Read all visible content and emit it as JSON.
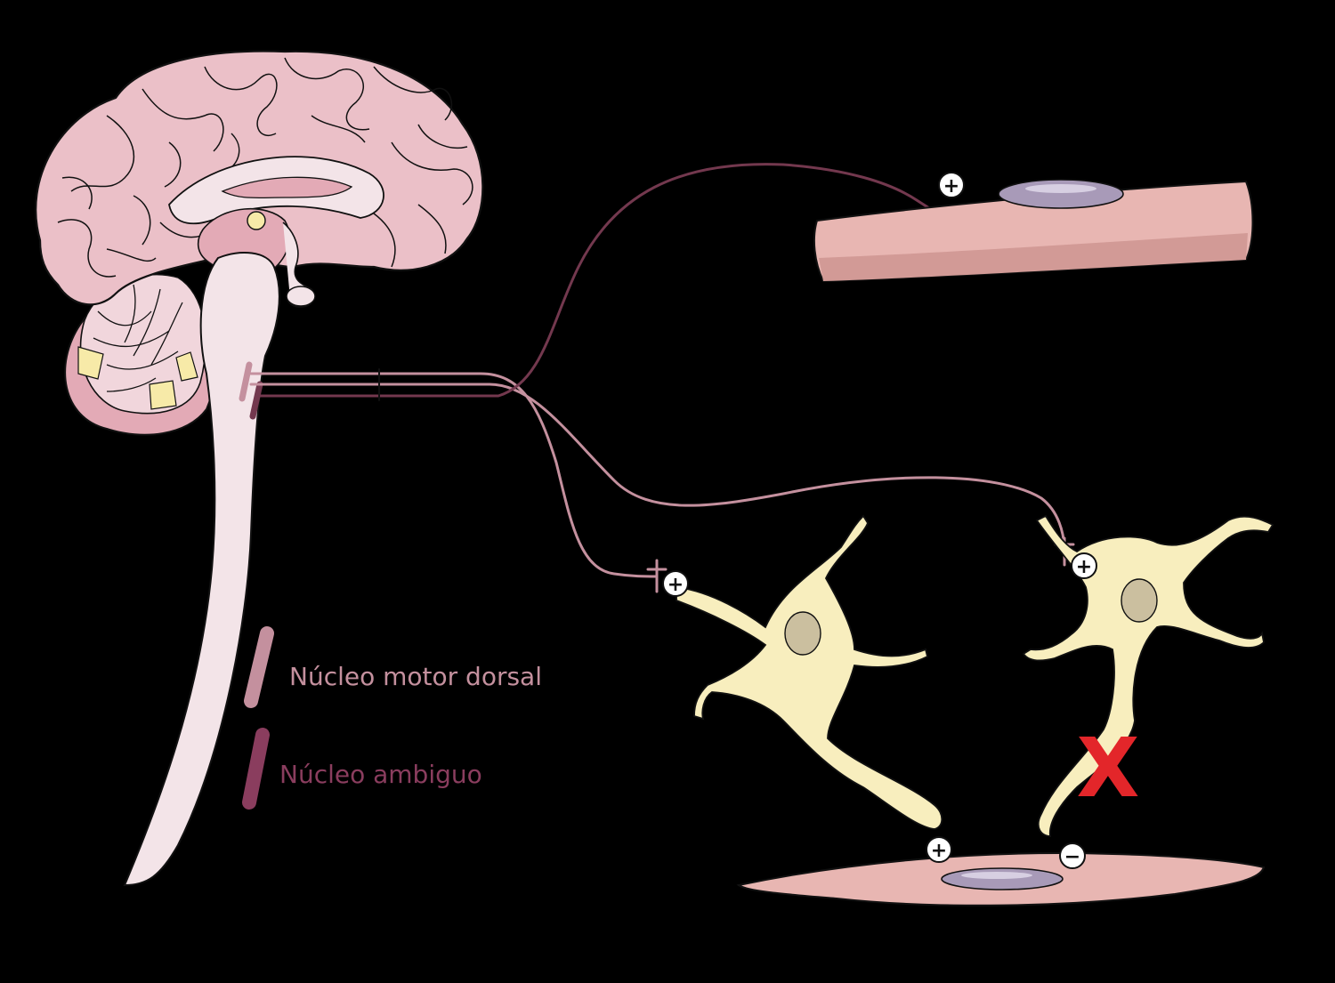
{
  "legend": {
    "dorsal_motor": {
      "label": "Núcleo motor dorsal",
      "color": "#c4909e"
    },
    "ambiguus": {
      "label": "Núcleo ambiguo",
      "color": "#8a3d5e"
    }
  },
  "signs": {
    "plus": "+",
    "minus": "−"
  },
  "block_mark": {
    "text": "X",
    "color": "#e3262a"
  },
  "colors": {
    "background": "#000000",
    "brain_fill": "#ebc0c8",
    "brainstem_fill": "#f3e4e8",
    "muscle_fill": "#e8b6b2",
    "neuron_fill": "#f8eebe",
    "nucleus_fill": "#a89ab8",
    "dorsal_fiber": "#c4909e",
    "ambiguus_fiber": "#73384e"
  }
}
